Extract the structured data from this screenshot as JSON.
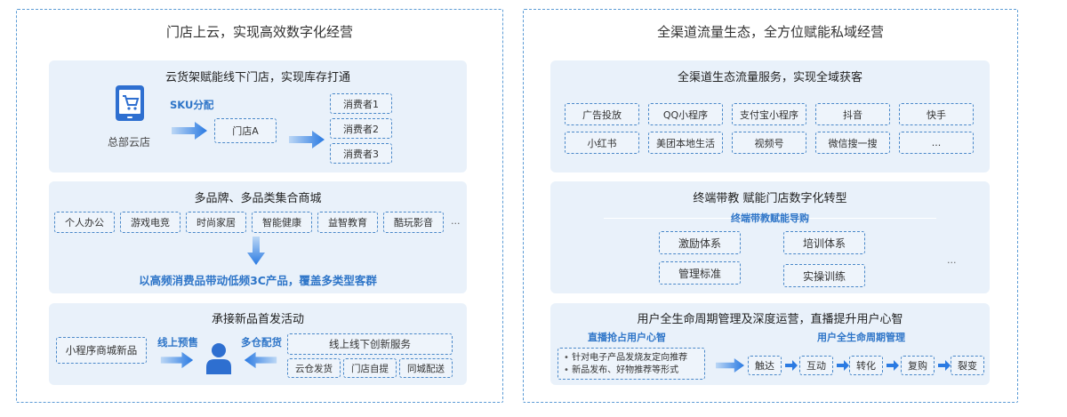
{
  "left": {
    "title": "门店上云，实现高效数字化经营",
    "card1": {
      "title": "云货架赋能线下门店，实现库存打通",
      "hq_label": "总部云店",
      "sku_label": "SKU分配",
      "store": "门店A",
      "consumers": [
        "消费者1",
        "消费者2",
        "消费者3"
      ]
    },
    "card2": {
      "title": "多品牌、多品类集合商城",
      "categories": [
        "个人办公",
        "游戏电竞",
        "时尚家居",
        "智能健康",
        "益智教育",
        "酷玩影音"
      ],
      "ellipsis": "...",
      "tagline": "以高频消费品带动低频3C产品，覆盖多类型客群"
    },
    "card3": {
      "title": "承接新品首发活动",
      "mini_program": "小程序商城新品",
      "presale": "线上预售",
      "warehouse": "多仓配货",
      "service_title": "线上线下创新服务",
      "services": [
        "云仓发货",
        "门店自提",
        "同城配送"
      ]
    }
  },
  "right": {
    "title": "全渠道流量生态，全方位赋能私域经营",
    "card1": {
      "title": "全渠道生态流量服务，实现全域获客",
      "row1": [
        "广告投放",
        "QQ小程序",
        "支付宝小程序",
        "抖音",
        "快手"
      ],
      "row2": [
        "小红书",
        "美团本地生活",
        "视频号",
        "微信搜一搜",
        "..."
      ]
    },
    "card2": {
      "title": "终端带教 赋能门店数字化转型",
      "subtitle": "终端带教赋能导购",
      "items": [
        "激励体系",
        "培训体系",
        "管理标准",
        "实操训练"
      ],
      "ellipsis": "..."
    },
    "card3": {
      "title": "用户全生命周期管理及深度运营，直播提升用户心智",
      "live_label": "直播抢占用户心智",
      "lifecycle_label": "用户全生命周期管理",
      "bullets": [
        "针对电子产品发烧友定向推荐",
        "新品发布、好物推荐等形式"
      ],
      "stages": [
        "触达",
        "互动",
        "转化",
        "复购",
        "裂变"
      ]
    }
  },
  "colors": {
    "accent": "#2e75c8",
    "card_bg": "#e9f1fa",
    "border": "#5b9bd5"
  }
}
